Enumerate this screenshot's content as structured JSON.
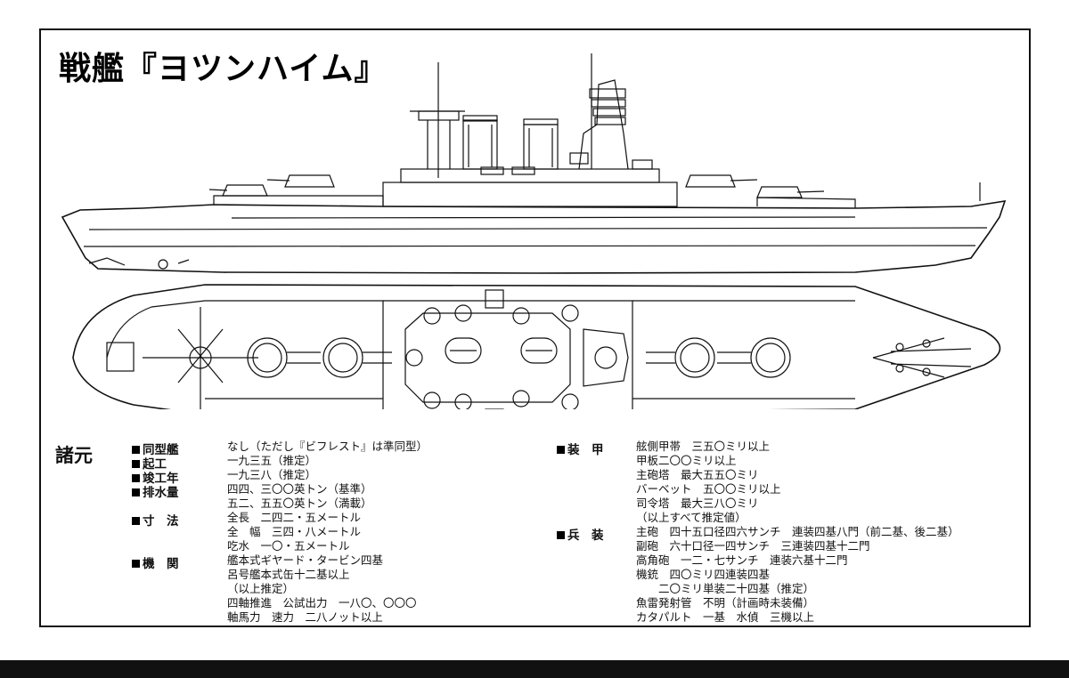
{
  "title": "戦艦『ヨツンハイム』",
  "specs_heading": "諸元",
  "specs_left": [
    {
      "label": "同型艦",
      "lines": [
        "なし（ただし『ビフレスト』は準同型）"
      ]
    },
    {
      "label": "起工",
      "lines": [
        "一九三五（推定）"
      ]
    },
    {
      "label": "竣工年",
      "lines": [
        "一九三八（推定）"
      ]
    },
    {
      "label": "排水量",
      "lines": [
        "四四、三〇〇英トン（基準）",
        "五二、五五〇英トン（満載）"
      ]
    },
    {
      "label": "寸　法",
      "lines": [
        "全長　二四二・五メートル",
        "全　幅　三四・八メートル",
        "吃水　一〇・五メートル"
      ]
    },
    {
      "label": "機　関",
      "lines": [
        "艦本式ギヤード・タービン四基",
        "呂号艦本式缶十二基以上",
        "（以上推定）",
        "四軸推進　公試出力　一八〇、〇〇〇",
        "軸馬力　速力　二八ノット以上"
      ]
    }
  ],
  "specs_right": [
    {
      "label": "装　甲",
      "lines": [
        "舷側甲帯　三五〇ミリ以上",
        "甲板二〇〇ミリ以上",
        "主砲塔　最大五五〇ミリ",
        "バーベット　五〇〇ミリ以上",
        "司令塔　最大三八〇ミリ",
        "（以上すべて推定値）"
      ]
    },
    {
      "label": "兵　装",
      "lines": [
        "主砲　四十五口径四六サンチ　連装四基八門（前二基、後二基）",
        "副砲　六十口径一四サンチ　三連装四基十二門",
        "高角砲　一二・七サンチ　連装六基十二門",
        "機銃　四〇ミリ四連装四基",
        "　　二〇ミリ単装二十四基（推定）",
        "魚雷発射管　不明（計画時未装備）",
        "カタパルト　一基　水偵　三機以上"
      ]
    }
  ]
}
